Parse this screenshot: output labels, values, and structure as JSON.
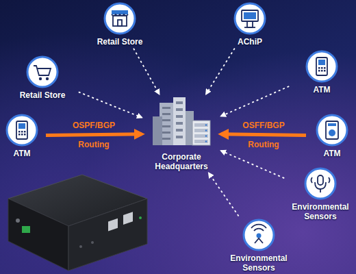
{
  "diagram": {
    "nodes": [
      {
        "text": [
          "Retail Store"
        ]
      },
      {
        "text": [
          "AChiP"
        ]
      },
      {
        "text": [
          "Retail Store"
        ]
      },
      {
        "text": [
          "ATM"
        ]
      },
      {
        "text": [
          "ATM"
        ]
      },
      {
        "text": [
          "Corporate Headquarters"
        ]
      },
      {
        "text": [
          "ATM"
        ]
      },
      {
        "text": [
          "Environmental Sensors"
        ]
      },
      {
        "text": [
          "Environmental Sensors"
        ]
      }
    ],
    "edges": [
      {
        "from": 0,
        "to": 5,
        "arrow": "to"
      },
      {
        "from": 1,
        "to": 5,
        "arrow": "to"
      },
      {
        "from": 2,
        "to": 5,
        "arrow": "to"
      },
      {
        "from": 3,
        "to": 5,
        "arrow": "to"
      },
      {
        "from": 4,
        "to": 5,
        "label": "OSPF/BGP Routing",
        "arrow": "to"
      },
      {
        "from": 6,
        "to": 5,
        "label": "OSFF/BGP Routing",
        "arrow": "to"
      },
      {
        "from": 7,
        "to": 5,
        "arrow": "to"
      },
      {
        "from": 8,
        "to": 5,
        "arrow": "to"
      }
    ]
  }
}
